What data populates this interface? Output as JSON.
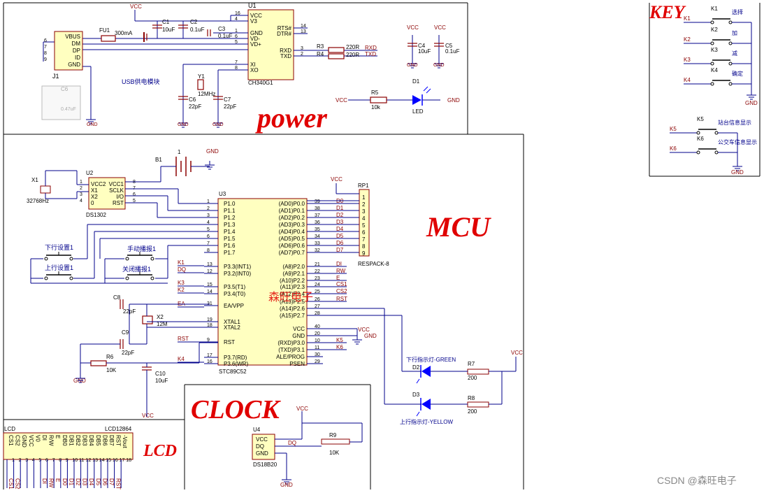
{
  "sections": {
    "power": "power",
    "mcu": "MCU",
    "clock": "CLOCK",
    "lcd": "LCD",
    "key": "KEY"
  },
  "watermark": "CSDN @森旺电子",
  "silk_brand": "森旺电子",
  "power": {
    "vcc": "VCC",
    "gnd": "GND",
    "u1": "U1",
    "u1_part": "CH340G1",
    "u1_left_pins": [
      {
        "num": "16",
        "name": "VCC"
      },
      {
        "num": "4",
        "name": "V3"
      },
      {
        "num": "1",
        "name": "GND"
      },
      {
        "num": "6",
        "name": "VD-"
      },
      {
        "num": "5",
        "name": "VD+"
      },
      {
        "num": "7",
        "name": "XI"
      },
      {
        "num": "8",
        "name": "XO"
      }
    ],
    "u1_right_pins": [
      {
        "num": "14",
        "name": "RTS#"
      },
      {
        "num": "13",
        "name": "DTR#"
      },
      {
        "num": "3",
        "name": "RXD"
      },
      {
        "num": "2",
        "name": "TXD"
      }
    ],
    "j1": "J1",
    "j1_pins": [
      "VBUS",
      "DM",
      "DP",
      "ID",
      "GND"
    ],
    "j1_pin_numbers": [
      "6",
      "7",
      "8",
      "9"
    ],
    "fu1": "FU1",
    "fu1_value": "300mA",
    "c1": "C1",
    "c1_value": "10uF",
    "c2": "C2",
    "c2_value": "0.1uF",
    "c3": "C3",
    "c3_value": "0.1uF",
    "c4": "C4",
    "c4_value": "10uF",
    "c5": "C5",
    "c5_value": "0.1uF",
    "c6": "C6",
    "c6_value": "22pF",
    "c7": "C7",
    "c7_value": "22pF",
    "c8_ghost": "C6",
    "c8_ghost_value": "0.47uF",
    "y1": "Y1",
    "y1_value": "12MHz",
    "r3": "R3",
    "r4": "R4",
    "r34_value": "220R",
    "rxd": "RXD",
    "txd": "TXD",
    "r5": "R5",
    "r5_value": "10k",
    "d1": "D1",
    "d1_value": "LED",
    "usb_note": "USB供电模块"
  },
  "mcu": {
    "u3": "U3",
    "u3_part": "STC89C52",
    "left_pins": [
      {
        "num": "1",
        "name": "P1.0"
      },
      {
        "num": "2",
        "name": "P1.1"
      },
      {
        "num": "3",
        "name": "P1.2"
      },
      {
        "num": "4",
        "name": "P1.3"
      },
      {
        "num": "5",
        "name": "P1.4"
      },
      {
        "num": "6",
        "name": "P1.5"
      },
      {
        "num": "7",
        "name": "P1.6"
      },
      {
        "num": "8",
        "name": "P1.7"
      },
      {
        "num": "13",
        "name": "P3.3(INT1)"
      },
      {
        "num": "12",
        "name": "P3.2(INT0)"
      },
      {
        "num": "15",
        "name": "P3.5(T1)"
      },
      {
        "num": "14",
        "name": "P3.4(T0)"
      },
      {
        "num": "31",
        "name": "EA/VPP"
      },
      {
        "num": "19",
        "name": "XTAL1"
      },
      {
        "num": "18",
        "name": "XTAL2"
      },
      {
        "num": "9",
        "name": "RST"
      },
      {
        "num": "17",
        "name": "P3.7(RD)"
      },
      {
        "num": "16",
        "name": "P3.6(WR)"
      }
    ],
    "right_pins": [
      {
        "num": "39",
        "name": "(AD0)P0.0",
        "net": "D0"
      },
      {
        "num": "38",
        "name": "(AD1)P0.1",
        "net": "D1"
      },
      {
        "num": "37",
        "name": "(AD2)P0.2",
        "net": "D2"
      },
      {
        "num": "36",
        "name": "(AD3)P0.3",
        "net": "D3"
      },
      {
        "num": "35",
        "name": "(AD4)P0.4",
        "net": "D4"
      },
      {
        "num": "34",
        "name": "(AD5)P0.5",
        "net": "D5"
      },
      {
        "num": "33",
        "name": "(AD6)P0.6",
        "net": "D6"
      },
      {
        "num": "32",
        "name": "(AD7)P0.7",
        "net": "D7"
      },
      {
        "num": "21",
        "name": "(A8)P2.0",
        "net": "DI"
      },
      {
        "num": "22",
        "name": "(A9)P2.1",
        "net": "RW"
      },
      {
        "num": "23",
        "name": "(A10)P2.2",
        "net": "E"
      },
      {
        "num": "24",
        "name": "(A11)P2.3",
        "net": "CS1"
      },
      {
        "num": "25",
        "name": "(A12)P2.4",
        "net": "CS2"
      },
      {
        "num": "26",
        "name": "(A13)P2.5",
        "net": "RST"
      },
      {
        "num": "27",
        "name": "(A14)P2.6",
        "net": ""
      },
      {
        "num": "28",
        "name": "(A15)P2.7",
        "net": ""
      },
      {
        "num": "40",
        "name": "VCC",
        "net": ""
      },
      {
        "num": "20",
        "name": "GND",
        "net": ""
      },
      {
        "num": "10",
        "name": "(RXD)P3.0",
        "net": "K5"
      },
      {
        "num": "11",
        "name": "(TXD)P3.1",
        "net": "K6"
      },
      {
        "num": "30",
        "name": "ALE/PROG",
        "net": ""
      },
      {
        "num": "29",
        "name": "PSEN",
        "net": ""
      }
    ],
    "left_nets": [
      "K1",
      "DQ",
      "K3",
      "K2",
      "EA",
      "RST",
      "K4"
    ],
    "u2": "U2",
    "u2_part": "DS1302",
    "u2_left": [
      {
        "num": "1",
        "name": "VCC2"
      },
      {
        "num": "2",
        "name": "X1"
      },
      {
        "num": "3",
        "name": "X2"
      },
      {
        "num": "4",
        "name": "0"
      }
    ],
    "u2_right": [
      {
        "num": "8",
        "name": "VCC1"
      },
      {
        "num": "7",
        "name": "SCLK"
      },
      {
        "num": "6",
        "name": "I/O"
      },
      {
        "num": "5",
        "name": "RST"
      }
    ],
    "x1": "X1",
    "x1_value": "32768Hz",
    "b1": "B1",
    "b1_value": "1",
    "rp1": "RP1",
    "rp1_part": "RESPACK-8",
    "rp1_pins": [
      "1",
      "2",
      "3",
      "4",
      "5",
      "6",
      "7",
      "8",
      "9"
    ],
    "sw_down": "下行设置1",
    "sw_up": "上行设置1",
    "sw_manual": "手动播报1",
    "sw_off": "关闭播报1",
    "c8": "C8",
    "c8_value": "22pF",
    "c9": "C9",
    "c9_value": "22pF",
    "x2": "X2",
    "x2_value": "12M",
    "c10": "C10",
    "c10_value": "10uF",
    "r6": "R6",
    "r6_value": "10K",
    "d2": "D2",
    "d2_label": "下行指示灯-GREEN",
    "d3": "D3",
    "d3_label": "上行指示灯-YELLOW",
    "r7": "R7",
    "r7_value": "200",
    "r8": "R8",
    "r8_value": "200"
  },
  "clock": {
    "u4": "U4",
    "u4_part": "DS18B20",
    "u4_pins": [
      "VCC",
      "DQ",
      "GND"
    ],
    "dq": "DQ",
    "r9": "R9",
    "r9_value": "10K"
  },
  "lcd": {
    "title": "LCD",
    "part": "LCD12864",
    "pins": [
      "CS1",
      "CS2",
      "GND",
      "VCC",
      "V0",
      "DI",
      "R/W",
      "E",
      "DB0",
      "DB1",
      "DB2",
      "DB3",
      "DB4",
      "DB5",
      "DB6",
      "DB7",
      "RST",
      "-Vout"
    ],
    "pin_numbers": [
      "1",
      "2",
      "3",
      "4",
      "5",
      "6",
      "7",
      "8",
      "9",
      "10",
      "11",
      "12",
      "13",
      "14",
      "15",
      "16",
      "17",
      "18"
    ],
    "nets": [
      "CS1",
      "CS2",
      "",
      "",
      "",
      "DI",
      "RW",
      "E",
      "D0",
      "D1",
      "D2",
      "D3",
      "D4",
      "D5",
      "D6",
      "D7",
      "RST",
      ""
    ]
  },
  "keys": {
    "items": [
      {
        "net": "K1",
        "ref": "K1",
        "label": "选择"
      },
      {
        "net": "K2",
        "ref": "K2",
        "label": "加"
      },
      {
        "net": "K3",
        "ref": "K3",
        "label": "减"
      },
      {
        "net": "K4",
        "ref": "K4",
        "label": "确定"
      },
      {
        "net": "K5",
        "ref": "K5",
        "label": "站台信息显示"
      },
      {
        "net": "K6",
        "ref": "K6",
        "label": "公交车信息显示"
      }
    ]
  },
  "colors": {
    "wire": "#00008b",
    "component": "#8b0000",
    "net_label": "#8b0000",
    "pin_text": "#000000",
    "title_red": "#e00000",
    "led_blue": "#0000ff",
    "frame": "#000000"
  }
}
